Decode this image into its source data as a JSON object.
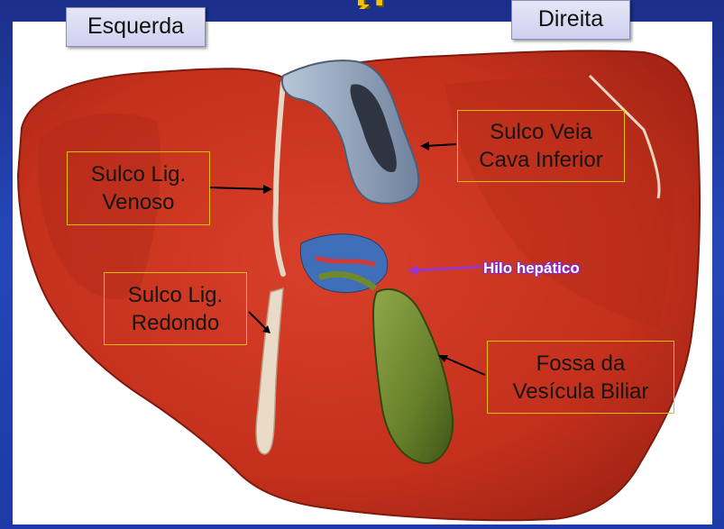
{
  "slide": {
    "title": "H HEPÁTICO"
  },
  "tabs": {
    "left": "Esquerda",
    "right": "Direita"
  },
  "labels": {
    "sulco_lig_venoso": [
      "Sulco Lig.",
      "Venoso"
    ],
    "sulco_lig_redondo": [
      "Sulco Lig.",
      "Redondo"
    ],
    "sulco_veia_cava": [
      "Sulco Veia",
      "Cava Inferior"
    ],
    "fossa_vesicula": [
      "Fossa da",
      "Vesícula Biliar"
    ],
    "hilo": "Hilo hepático"
  },
  "colors": {
    "liver": "#c8321e",
    "liver_dark": "#9e2514",
    "vein": "#8e9fb8",
    "gallbladder": "#6f8a2e",
    "callout_border": "#e3c000",
    "hilo_arrow": "#9b35c8",
    "background": "#2447b8"
  }
}
